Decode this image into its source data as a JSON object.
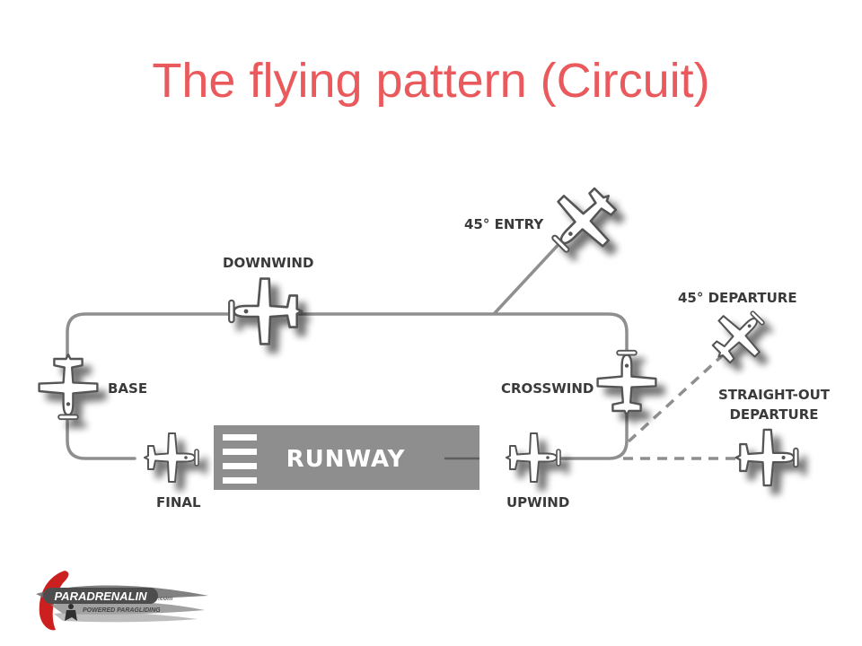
{
  "title": "The flying pattern (Circuit)",
  "colors": {
    "title": "#ea5a5c",
    "pattern_line": "#8f8f8f",
    "runway": "#8e8e8e",
    "label": "#3a3a3a",
    "aircraft_fill": "#ffffff",
    "aircraft_stroke": "#555555",
    "logo_red": "#cc1f1f",
    "logo_gray": "#6b6b6b"
  },
  "runway": {
    "label": "RUNWAY"
  },
  "legs": {
    "downwind": "DOWNWIND",
    "base": "BASE",
    "final": "FINAL",
    "upwind": "UPWIND",
    "crosswind": "CROSSWIND",
    "entry_45": "45° ENTRY",
    "departure_45": "45° DEPARTURE",
    "straight_out_line1": "STRAIGHT-OUT",
    "straight_out_line2": "DEPARTURE"
  },
  "logo": {
    "name": "PARADRENALIN",
    "domain": ".com",
    "tagline": "POWERED PARAGLIDING"
  }
}
